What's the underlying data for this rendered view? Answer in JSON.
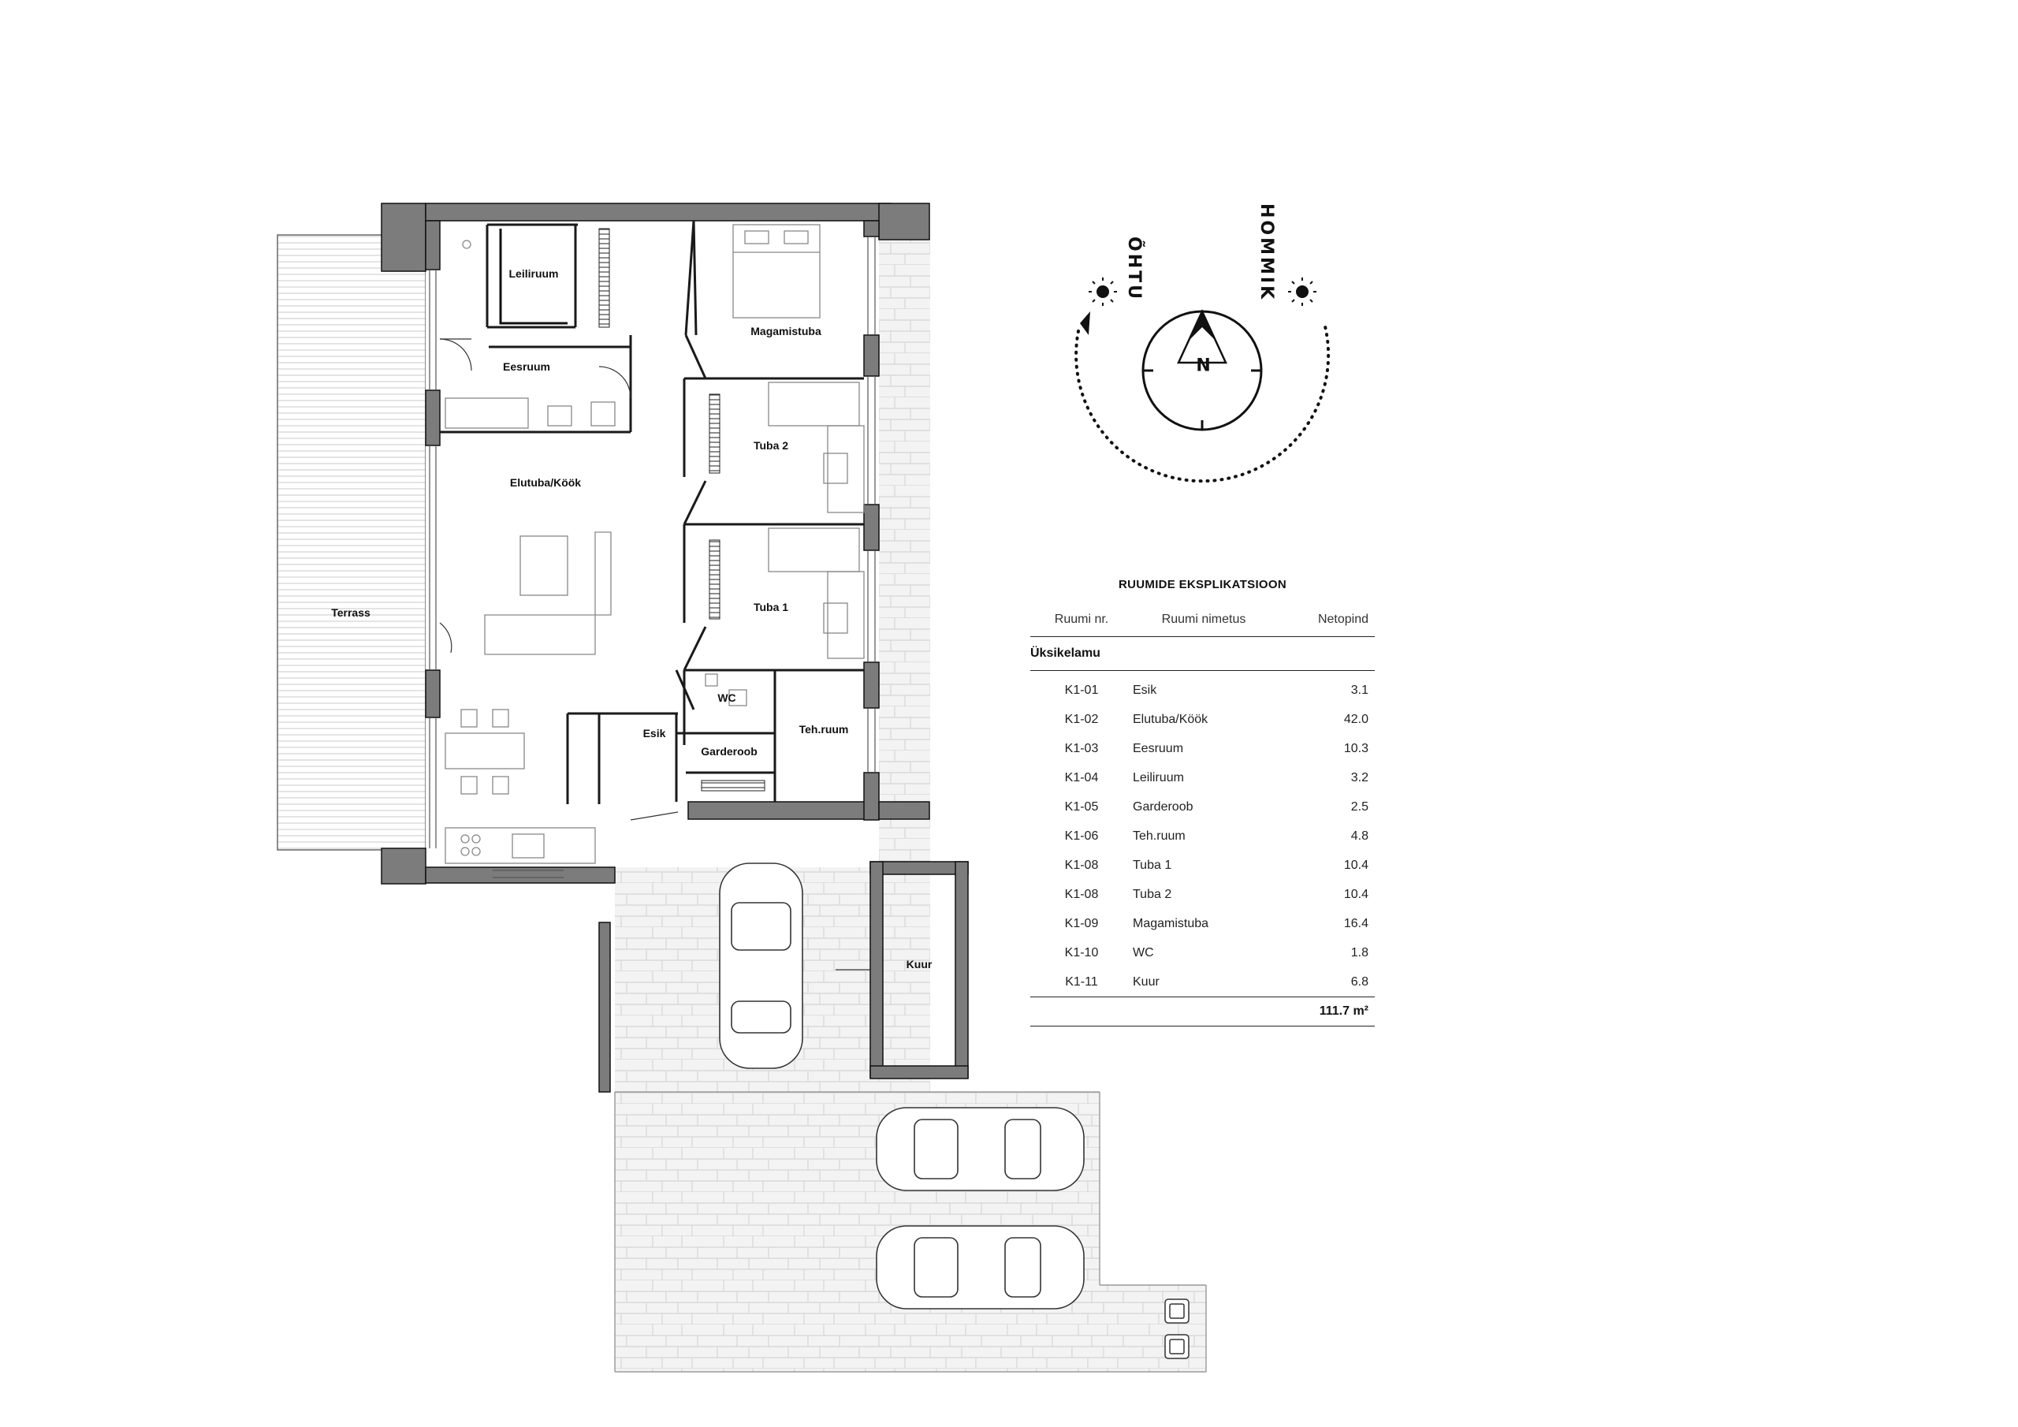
{
  "compass": {
    "north_letter": "N",
    "evening_label": "ÕHTU",
    "morning_label": "HOMMIK"
  },
  "rooms": {
    "leiliruum": "Leiliruum",
    "magamistuba": "Magamistuba",
    "eesruum": "Eesruum",
    "tuba2": "Tuba 2",
    "elutuba": "Elutuba/Köök",
    "tuba1": "Tuba 1",
    "terrass": "Terrass",
    "wc": "WC",
    "esik": "Esik",
    "tehruum": "Teh.ruum",
    "garderoob": "Garderoob",
    "kuur": "Kuur"
  },
  "legend": {
    "title": "RUUMIDE EKSPLIKATSIOON",
    "col_nr": "Ruumi nr.",
    "col_name": "Ruumi nimetus",
    "col_area": "Netopind",
    "group": "Üksikelamu",
    "rows": [
      {
        "nr": "K1-01",
        "name": "Esik",
        "area": "3.1"
      },
      {
        "nr": "K1-02",
        "name": "Elutuba/Köök",
        "area": "42.0"
      },
      {
        "nr": "K1-03",
        "name": "Eesruum",
        "area": "10.3"
      },
      {
        "nr": "K1-04",
        "name": "Leiliruum",
        "area": "3.2"
      },
      {
        "nr": "K1-05",
        "name": "Garderoob",
        "area": "2.5"
      },
      {
        "nr": "K1-06",
        "name": "Teh.ruum",
        "area": "4.8"
      },
      {
        "nr": "K1-08",
        "name": "Tuba 1",
        "area": "10.4"
      },
      {
        "nr": "K1-08",
        "name": "Tuba 2",
        "area": "10.4"
      },
      {
        "nr": "K1-09",
        "name": "Magamistuba",
        "area": "16.4"
      },
      {
        "nr": "K1-10",
        "name": "WC",
        "area": "1.8"
      },
      {
        "nr": "K1-11",
        "name": "Kuur",
        "area": "6.8"
      }
    ],
    "total": "111.7 m²"
  }
}
